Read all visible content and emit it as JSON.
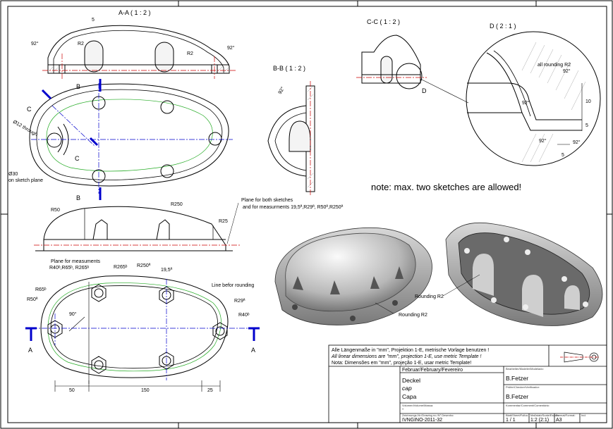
{
  "views": {
    "aa": "A-A ( 1 : 2 )",
    "bb": "B-B ( 1 : 2 )",
    "cc": "C-C ( 1 : 2 )",
    "d": "D ( 2 : 1 )"
  },
  "section_markers": {
    "a": "A",
    "b": "B",
    "c": "C",
    "d": "D"
  },
  "dims": {
    "r2": "R2",
    "deg92": "92°",
    "five": "5",
    "ten": "10",
    "hole_through": "Ø12 through",
    "dia30": "Ø30",
    "on_sketch_plane": "on sketch plane",
    "all_rounding": "all rounding R2",
    "r50": "R50",
    "r250": "R250",
    "r25": "R25",
    "plane_sketches_1": "Plane for both sketches",
    "plane_sketches_2": "and for measurments 19,5ª,R29ª, R50ª,R250ª",
    "plane_meas_1": "Plane for measuments",
    "plane_meas_2": "R40ᵇ,R65ᵇ, R265ᵇ",
    "r265b": "R265ᵇ",
    "r250a": "R250ª",
    "d19_5": "19,5ª",
    "r65b": "R65ᵇ",
    "r50a": "R50ª",
    "line_before_rounding": "Line befor rounding",
    "r29a": "R29ª",
    "r40b": "R40ᵇ",
    "deg90": "90°",
    "d50": "50",
    "d150": "150",
    "d25": "25",
    "rounding_r2": "Rounding R2"
  },
  "note": "note: max. two sketches are allowed!",
  "title_block": {
    "lang_de": "Alle Längenmaße in \"mm\", Projektion 1-E, metrische Vorlage benutzen !",
    "lang_en": "All linear dimensions are \"mm\", projection 1-E, use metric Template !",
    "lang_pt": "Nota: Dimensões em \"mm\", projeção 1-E, usar metric Template!",
    "date": "Februar/February/Fevereiro",
    "name_de": "Deckel",
    "name_en": "cap",
    "name_pt": "Capa",
    "name_extra": "-",
    "designer": "B.Fetzer",
    "checker": "B.Fetzer",
    "drawing_no": "IVNGINO-2011-32",
    "sheet": "1 / 1",
    "scale": "1:2 (2:1)",
    "format": "A3",
    "small_labels": {
      "volume": "Volumen/Volume/Massa:",
      "drawn": "Bearbeiter/Modeler/Modelado:",
      "checked": "Prüfer/Checker/Verificador:",
      "comment": "Kommentar/Comment/Comentário:",
      "number": "Zeichnungs-Nr./Drawing no./N° Desenho:",
      "sheet": "Blatt/Sheet/Folha:",
      "scale": "Maßstab/Scale/Escala:",
      "format": "Format/Format:",
      "index": "Ind:"
    }
  }
}
